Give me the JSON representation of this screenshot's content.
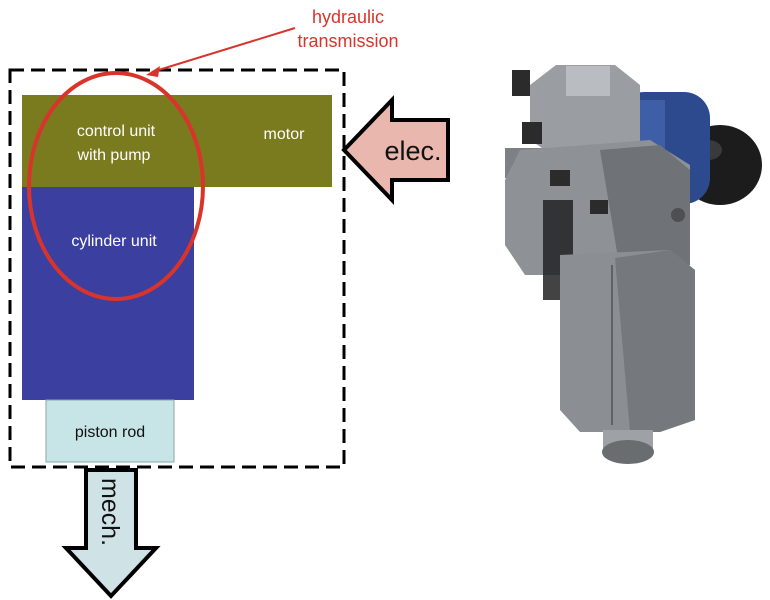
{
  "annotation": {
    "text_line1": "hydraulic",
    "text_line2": "transmission",
    "color": "#d9342b"
  },
  "blocks": {
    "control_unit_line1": "control unit",
    "control_unit_line2": "with pump",
    "motor": "motor",
    "cylinder": "cylinder unit",
    "piston": "piston rod"
  },
  "arrows": {
    "input": "elec.",
    "output": "mech."
  },
  "colors": {
    "motor_band": "#7a7a1e",
    "cylinder": "#3a3fa0",
    "piston": "#c7e4e6",
    "elec_arrow": "#e9b7ad",
    "mech_arrow": "#cfe2e6",
    "annotation": "#d9342b"
  }
}
